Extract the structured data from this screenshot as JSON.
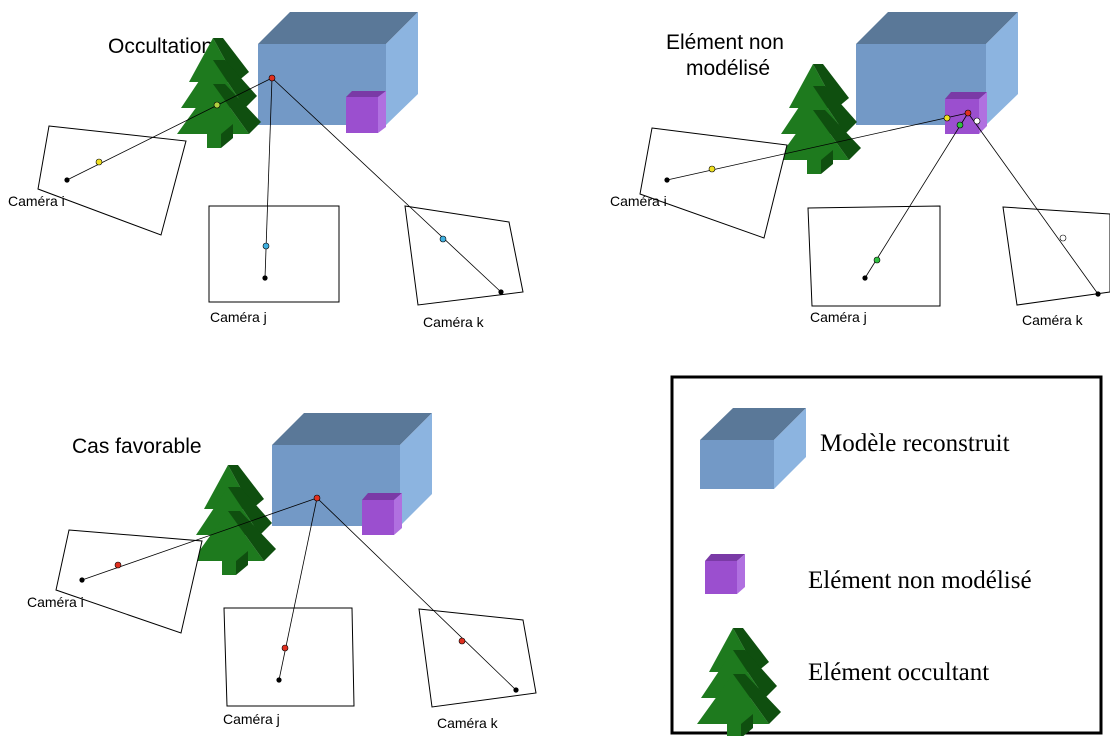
{
  "panels": {
    "occultation": {
      "title": "Occultation",
      "camera_i": "Caméra i",
      "camera_j": "Caméra j",
      "camera_k": "Caméra k"
    },
    "non_modelise": {
      "title_line1": "Elément non",
      "title_line2": "modélisé",
      "camera_i": "Caméra i",
      "camera_j": "Caméra j",
      "camera_k": "Caméra k"
    },
    "favorable": {
      "title": "Cas favorable",
      "camera_i": "Caméra i",
      "camera_j": "Caméra j",
      "camera_k": "Caméra k"
    }
  },
  "legend": {
    "items": [
      {
        "label": "Modèle reconstruit",
        "icon": "blue-box-icon"
      },
      {
        "label": "Elément non modélisé",
        "icon": "purple-cube-icon"
      },
      {
        "label": "Elément occultant",
        "icon": "tree-icon"
      }
    ]
  },
  "colors": {
    "model_front": "#7399c6",
    "model_top": "#5a7898",
    "model_side": "#8cb4e0",
    "cube_front": "#9b4fcf",
    "cube_top": "#7a3aa6",
    "cube_side": "#b070e0",
    "tree_light": "#1e7a1e",
    "tree_dark": "#0f4f0f",
    "point_red": "#e03020",
    "point_yellow": "#f0e020",
    "point_cyan": "#40b0e0",
    "point_green": "#30c040",
    "point_white": "#ffffff",
    "point_olive": "#b0d040"
  }
}
